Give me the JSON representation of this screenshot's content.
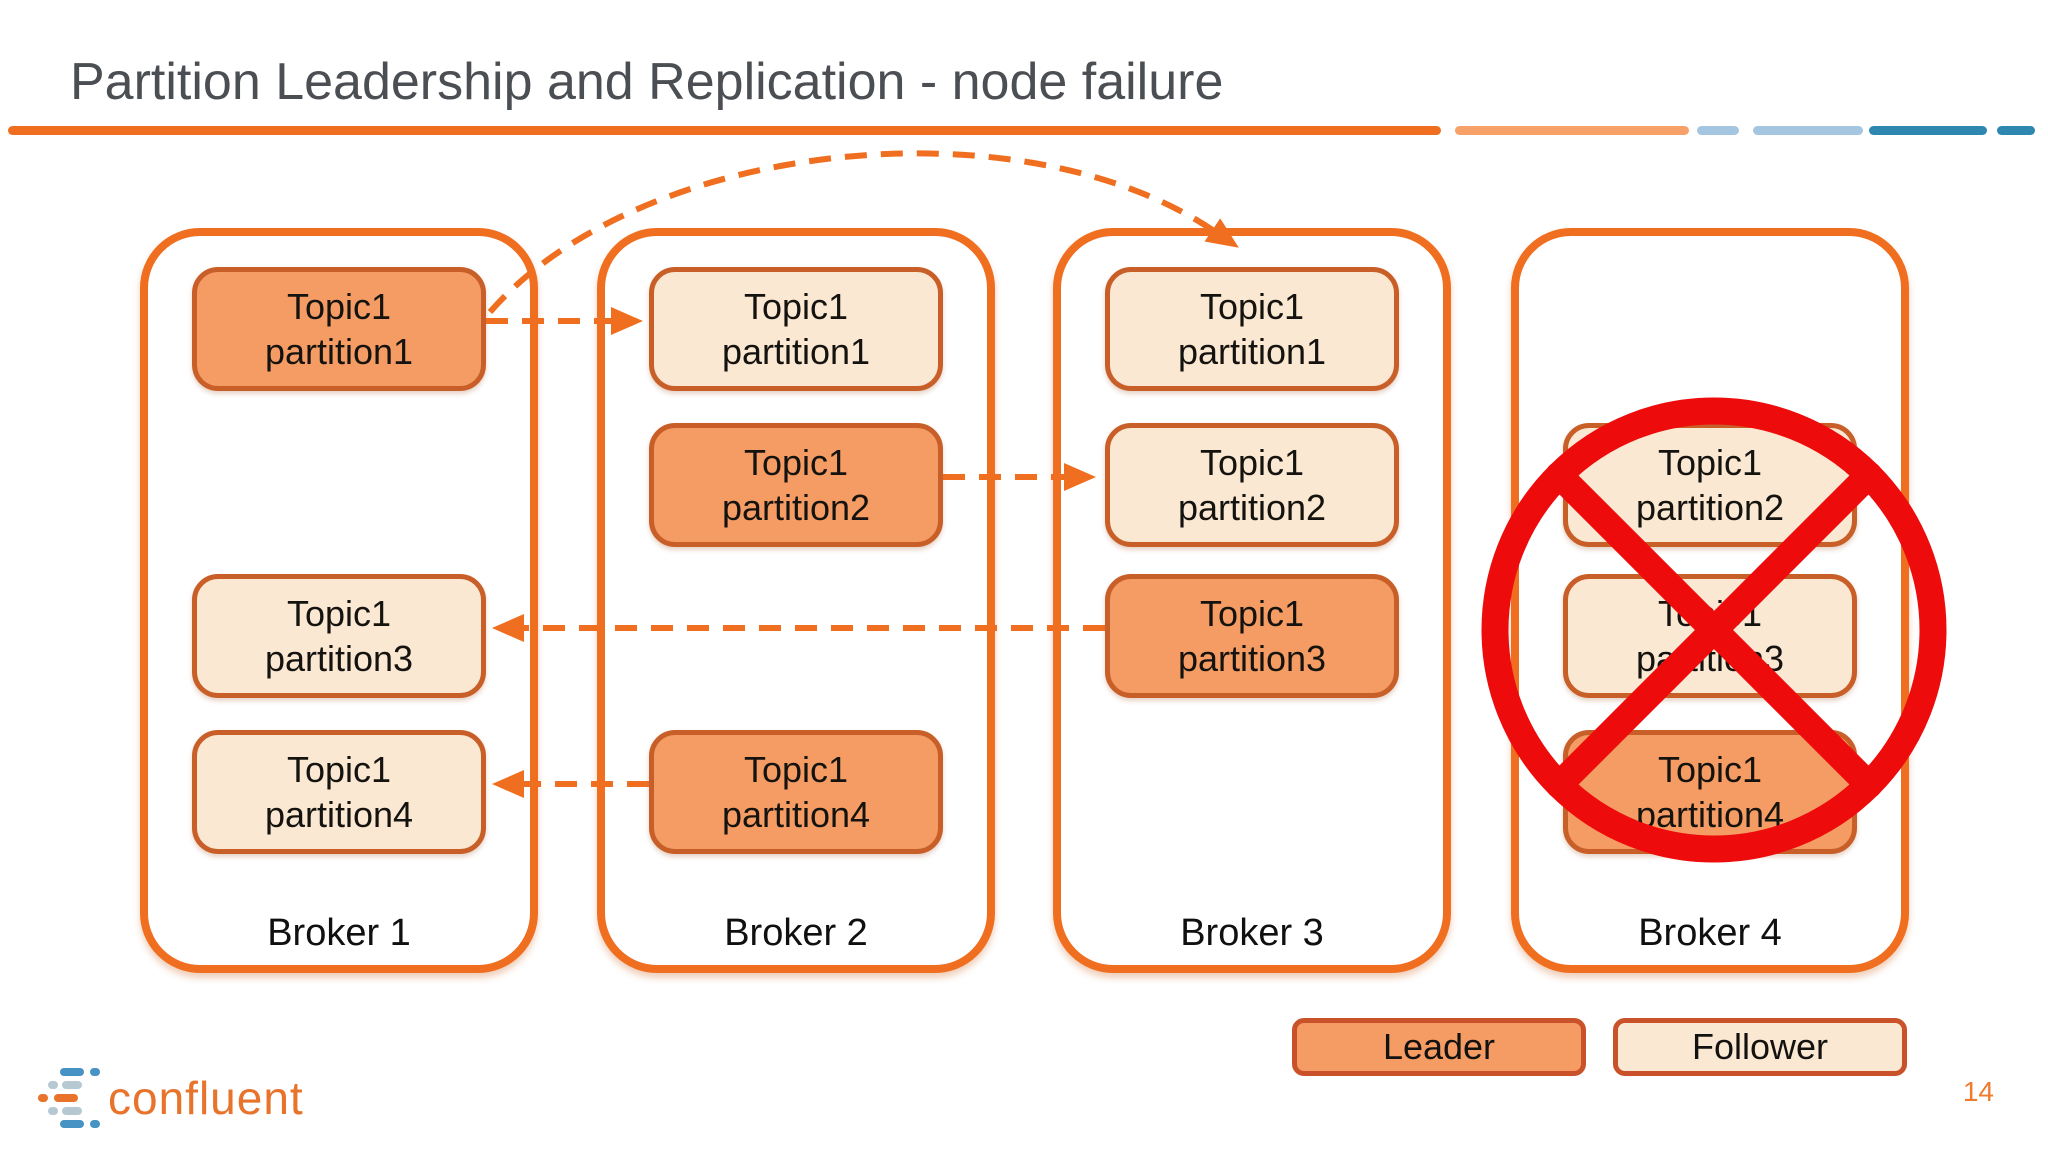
{
  "slide": {
    "title": "Partition Leadership and Replication - node failure",
    "page_number": "14"
  },
  "brokers": [
    {
      "label": "Broker 1",
      "failed": false,
      "partitions": [
        {
          "row": 0,
          "topic": "Topic1",
          "partition": "partition1",
          "role": "leader"
        },
        {
          "row": 2,
          "topic": "Topic1",
          "partition": "partition3",
          "role": "follower"
        },
        {
          "row": 3,
          "topic": "Topic1",
          "partition": "partition4",
          "role": "follower"
        }
      ]
    },
    {
      "label": "Broker 2",
      "failed": false,
      "partitions": [
        {
          "row": 0,
          "topic": "Topic1",
          "partition": "partition1",
          "role": "follower"
        },
        {
          "row": 1,
          "topic": "Topic1",
          "partition": "partition2",
          "role": "leader"
        },
        {
          "row": 3,
          "topic": "Topic1",
          "partition": "partition4",
          "role": "leader"
        }
      ]
    },
    {
      "label": "Broker 3",
      "failed": false,
      "partitions": [
        {
          "row": 0,
          "topic": "Topic1",
          "partition": "partition1",
          "role": "follower"
        },
        {
          "row": 1,
          "topic": "Topic1",
          "partition": "partition2",
          "role": "follower"
        },
        {
          "row": 2,
          "topic": "Topic1",
          "partition": "partition3",
          "role": "leader"
        }
      ]
    },
    {
      "label": "Broker 4",
      "failed": true,
      "partitions": [
        {
          "row": 1,
          "topic": "Topic1",
          "partition": "partition2",
          "role": "follower"
        },
        {
          "row": 2,
          "topic": "Topic1",
          "partition": "partition3",
          "role": "follower"
        },
        {
          "row": 3,
          "topic": "Topic1",
          "partition": "partition4",
          "role": "leader"
        }
      ]
    }
  ],
  "legend": {
    "items": [
      {
        "label": "Leader",
        "role": "leader"
      },
      {
        "label": "Follower",
        "role": "follower"
      }
    ]
  },
  "logo": {
    "wordmark": "confluent"
  },
  "colors": {
    "accent_orange": "#f06e1f",
    "leader_fill": "#f49c63",
    "follower_fill": "#fae8d2",
    "partition_border": "#c95f28",
    "failure_red": "#ee0b0b",
    "title_gray": "#4b4f54",
    "underline_light_orange": "#f7a169",
    "underline_light_blue": "#a5c6e0",
    "underline_teal": "#2e87ae"
  }
}
